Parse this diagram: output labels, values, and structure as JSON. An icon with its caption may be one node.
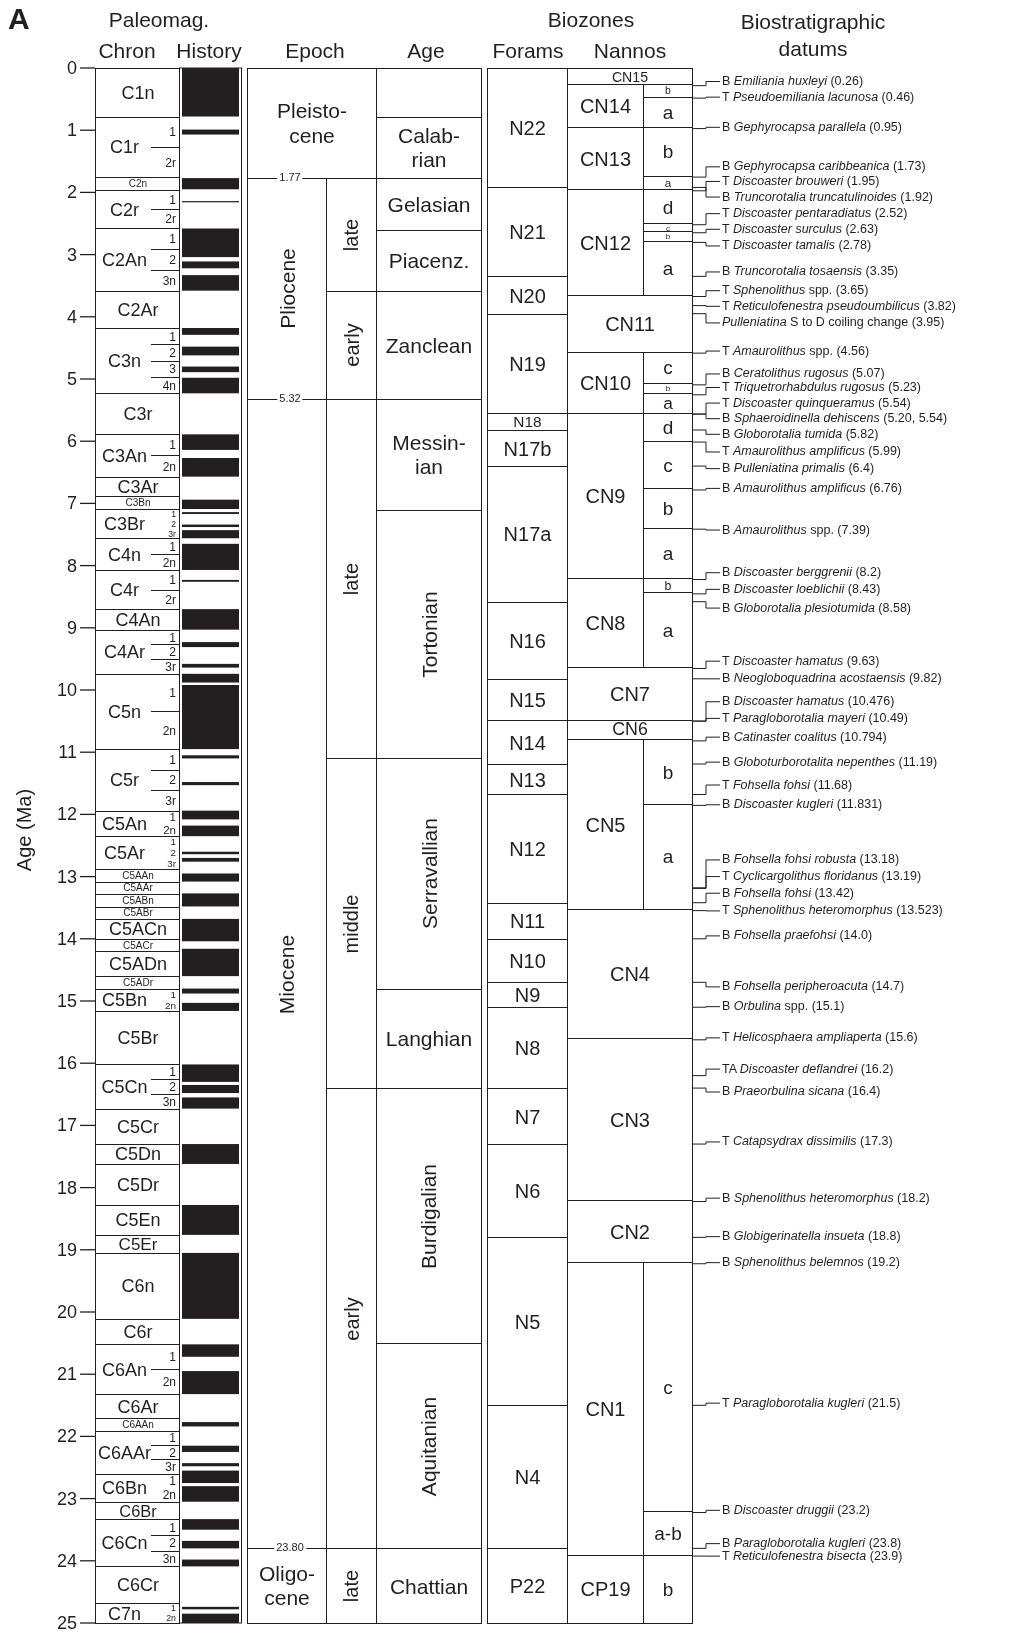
{
  "diagram": {
    "nodes": [
      {
        "text": [
          "C1n"
        ]
      },
      {
        "text": [
          "C1r",
          "1",
          "2r"
        ]
      },
      {
        "text": [
          "C2n"
        ]
      },
      {
        "text": [
          "C2r",
          "1",
          "2r"
        ]
      },
      {
        "text": [
          "C2An",
          "1",
          "2",
          "3n"
        ]
      },
      {
        "text": [
          "C2Ar"
        ]
      },
      {
        "text": [
          "C3n",
          "1",
          "2",
          "3",
          "4n"
        ]
      },
      {
        "text": [
          "C3r"
        ]
      },
      {
        "text": [
          "C3An",
          "1",
          "2n"
        ]
      },
      {
        "text": [
          "C3Ar"
        ]
      },
      {
        "text": [
          "C3Bn"
        ]
      },
      {
        "text": [
          "C3Br",
          "1",
          "2",
          "3r"
        ]
      },
      {
        "text": [
          "C4n",
          "1",
          "2n"
        ]
      },
      {
        "text": [
          "C4r",
          "1",
          "2r"
        ]
      },
      {
        "text": [
          "C4An"
        ]
      },
      {
        "text": [
          "C4Ar",
          "1",
          "2",
          "3r"
        ]
      },
      {
        "text": [
          "C5n",
          "1",
          "2n"
        ]
      },
      {
        "text": [
          "C5r",
          "1",
          "2",
          "3r"
        ]
      },
      {
        "text": [
          "C5An",
          "1",
          "2n"
        ]
      },
      {
        "text": [
          "C5Ar",
          "1",
          "2",
          "3r"
        ]
      },
      {
        "text": [
          "C5AAn"
        ]
      },
      {
        "text": [
          "C5AAr"
        ]
      },
      {
        "text": [
          "C5ABn"
        ]
      },
      {
        "text": [
          "C5ABr"
        ]
      },
      {
        "text": [
          "C5ACn"
        ]
      },
      {
        "text": [
          "C5ACr"
        ]
      },
      {
        "text": [
          "C5ADn"
        ]
      },
      {
        "text": [
          "C5ADr"
        ]
      },
      {
        "text": [
          "C5Bn",
          "1",
          "2n"
        ]
      },
      {
        "text": [
          "C5Br"
        ]
      },
      {
        "text": [
          "C5Cn",
          "1",
          "2",
          "3n"
        ]
      },
      {
        "text": [
          "C5Cr"
        ]
      },
      {
        "text": [
          "C5Dn"
        ]
      },
      {
        "text": [
          "C5Dr"
        ]
      },
      {
        "text": [
          "C5En"
        ]
      },
      {
        "text": [
          "C5Er"
        ]
      },
      {
        "text": [
          "C6n"
        ]
      },
      {
        "text": [
          "C6r"
        ]
      },
      {
        "text": [
          "C6An",
          "1",
          "2n"
        ]
      },
      {
        "text": [
          "C6Ar"
        ]
      },
      {
        "text": [
          "C6AAn"
        ]
      },
      {
        "text": [
          "C6AAr",
          "1",
          "2",
          "3r"
        ]
      },
      {
        "text": [
          "C6Bn",
          "1",
          "2n"
        ]
      },
      {
        "text": [
          "C6Br"
        ]
      },
      {
        "text": [
          "C6Cn",
          "1",
          "2",
          "3n"
        ]
      },
      {
        "text": [
          "C6Cr"
        ]
      },
      {
        "text": [
          "C7n",
          "1",
          "2n"
        ]
      },
      {
        "text": [
          "Pleisto- cene"
        ]
      },
      {
        "text": [
          "Pliocene"
        ]
      },
      {
        "text": [
          "late"
        ]
      },
      {
        "text": [
          "early"
        ]
      },
      {
        "text": [
          "Miocene"
        ]
      },
      {
        "text": [
          "late"
        ]
      },
      {
        "text": [
          "middle"
        ]
      },
      {
        "text": [
          "early"
        ]
      },
      {
        "text": [
          "Oligo- cene"
        ]
      },
      {
        "text": [
          "late"
        ]
      },
      {
        "text": [],
        "shape": "box"
      },
      {
        "text": [
          "Calab- rian"
        ]
      },
      {
        "text": [
          "Gelasian"
        ]
      },
      {
        "text": [
          "Piacenz."
        ]
      },
      {
        "text": [
          "Zanclean"
        ]
      },
      {
        "text": [
          "Messin- ian"
        ]
      },
      {
        "text": [
          "Tortonian"
        ]
      },
      {
        "text": [
          "Serravallian"
        ]
      },
      {
        "text": [
          "Langhian"
        ]
      },
      {
        "text": [
          "Burdigalian"
        ]
      },
      {
        "text": [
          "Aquitanian"
        ]
      },
      {
        "text": [
          "Chattian"
        ]
      },
      {
        "text": [
          "N22"
        ]
      },
      {
        "text": [
          "N21"
        ]
      },
      {
        "text": [
          "N20"
        ]
      },
      {
        "text": [
          "N19"
        ]
      },
      {
        "text": [
          "N18"
        ]
      },
      {
        "text": [
          "N17b"
        ]
      },
      {
        "text": [
          "N17a"
        ]
      },
      {
        "text": [
          "N16"
        ]
      },
      {
        "text": [
          "N15"
        ]
      },
      {
        "text": [
          "N14"
        ]
      },
      {
        "text": [
          "N13"
        ]
      },
      {
        "text": [
          "N12"
        ]
      },
      {
        "text": [
          "N11"
        ]
      },
      {
        "text": [
          "N10"
        ]
      },
      {
        "text": [
          "N9"
        ]
      },
      {
        "text": [
          "N8"
        ]
      },
      {
        "text": [
          "N7"
        ]
      },
      {
        "text": [
          "N6"
        ]
      },
      {
        "text": [
          "N5"
        ]
      },
      {
        "text": [
          "N4"
        ]
      },
      {
        "text": [
          "P22"
        ]
      },
      {
        "text": [
          "CN15"
        ]
      },
      {
        "text": [
          "CN14"
        ]
      },
      {
        "text": [
          "b"
        ]
      },
      {
        "text": [
          "a"
        ]
      },
      {
        "text": [
          "CN13"
        ]
      },
      {
        "text": [
          "b"
        ]
      },
      {
        "text": [
          "a"
        ]
      },
      {
        "text": [
          "CN12"
        ]
      },
      {
        "text": [
          "d"
        ]
      },
      {
        "text": [
          "c"
        ]
      },
      {
        "text": [
          "b"
        ]
      },
      {
        "text": [
          "a"
        ]
      },
      {
        "text": [
          "CN11"
        ]
      },
      {
        "text": [
          "CN10"
        ]
      },
      {
        "text": [
          "c"
        ]
      },
      {
        "text": [
          "b"
        ]
      },
      {
        "text": [
          "a"
        ]
      },
      {
        "text": [
          "CN9"
        ]
      },
      {
        "text": [
          "d"
        ]
      },
      {
        "text": [
          "c"
        ]
      },
      {
        "text": [
          "b"
        ]
      },
      {
        "text": [
          "a"
        ]
      },
      {
        "text": [
          "CN8"
        ]
      },
      {
        "text": [
          "b"
        ]
      },
      {
        "text": [
          "a"
        ]
      },
      {
        "text": [
          "CN7"
        ]
      },
      {
        "text": [
          "CN6"
        ]
      },
      {
        "text": [
          "CN5"
        ]
      },
      {
        "text": [
          "b"
        ]
      },
      {
        "text": [
          "a"
        ]
      },
      {
        "text": [
          "CN4"
        ]
      },
      {
        "text": [
          "CN3"
        ]
      },
      {
        "text": [
          "CN2"
        ]
      },
      {
        "text": [
          "CN1"
        ]
      },
      {
        "text": [
          "c"
        ]
      },
      {
        "text": [
          "a-b"
        ]
      },
      {
        "text": [
          "CP19"
        ]
      },
      {
        "text": [
          "b"
        ]
      },
      {
        "text": [
          "B *Emiliania huxleyi* (0.26)"
        ]
      },
      {
        "text": [
          "T *Pseudoemiliania lacunosa* (0.46)"
        ]
      },
      {
        "text": [
          "B *Gephyrocapsa parallela* (0.95)"
        ]
      },
      {
        "text": [
          "B *Gephyrocapsa caribbeanica* (1.73)"
        ]
      },
      {
        "text": [
          "T *Discoaster brouweri* (1.95)"
        ]
      },
      {
        "text": [
          "B *Truncorotalia truncatulinoides* (1.92)"
        ]
      },
      {
        "text": [
          "T *Discoaster pentaradiatus* (2.52)"
        ]
      },
      {
        "text": [
          "T *Discoaster surculus* (2.63)"
        ]
      },
      {
        "text": [
          "T *Discoaster tamalis* (2.78)"
        ]
      },
      {
        "text": [
          "B *Truncorotalia tosaensis* (3.35)"
        ]
      },
      {
        "text": [
          "T *Sphenolithus* spp. (3.65)"
        ]
      },
      {
        "text": [
          "T *Reticulofenestra pseudoumbilicus* (3.82)"
        ]
      },
      {
        "text": [
          "*Pulleniatina* S to D coiling change (3.95)"
        ]
      },
      {
        "text": [
          "T *Amaurolithus* spp. (4.56)"
        ]
      },
      {
        "text": [
          "B *Ceratolithus rugosus* (5.07)"
        ]
      },
      {
        "text": [
          "T *Triquetrorhabdulus rugosus* (5.23)"
        ]
      },
      {
        "text": [
          "T *Discoaster quinqueramus* (5.54)"
        ]
      },
      {
        "text": [
          "B *Sphaeroidinella dehiscens* (5.20, 5.54)"
        ]
      },
      {
        "text": [
          "B *Globorotalia tumida* (5.82)"
        ]
      },
      {
        "text": [
          "T *Amaurolithus amplificus* (5.99)"
        ]
      },
      {
        "text": [
          "B *Pulleniatina primalis* (6.4)"
        ]
      },
      {
        "text": [
          "B *Amaurolithus amplificus* (6.76)"
        ]
      },
      {
        "text": [
          "B *Amaurolithus* spp. (7.39)"
        ]
      },
      {
        "text": [
          "B *Discoaster berggrenii* (8.2)"
        ]
      },
      {
        "text": [
          "B *Discoaster loeblichii* (8.43)"
        ]
      },
      {
        "text": [
          "B *Globorotalia plesiotumida* (8.58)"
        ]
      },
      {
        "text": [
          "T *Discoaster hamatus* (9.63)"
        ]
      },
      {
        "text": [
          "B *Neogloboquadrina acostaensis* (9.82)"
        ]
      },
      {
        "text": [
          "B *Discoaster hamatus* (10.476)"
        ]
      },
      {
        "text": [
          "T *Paragloborotalia mayeri* (10.49)"
        ]
      },
      {
        "text": [
          "B *Catinaster coalitus* (10.794)"
        ]
      },
      {
        "text": [
          "B *Globoturborotalita nepenthes* (11.19)"
        ]
      },
      {
        "text": [
          "T *Fohsella fohsi* (11.68)"
        ]
      },
      {
        "text": [
          "B *Discoaster kugleri* (11.831)"
        ]
      },
      {
        "text": [
          "B *Fohsella fohsi robusta* (13.18)"
        ]
      },
      {
        "text": [
          "T *Cyclicargolithus floridanus* (13.19)"
        ]
      },
      {
        "text": [
          "B *Fohsella fohsi* (13.42)"
        ]
      },
      {
        "text": [
          "T *Sphenolithus heteromorphus* (13.523)"
        ]
      },
      {
        "text": [
          "B *Fohsella praefohsi* (14.0)"
        ]
      },
      {
        "text": [
          "B *Fohsella peripheroacuta* (14.7)"
        ]
      },
      {
        "text": [
          "B *Orbulina* spp. (15.1)"
        ]
      },
      {
        "text": [
          "T *Helicosphaera ampliaperta* (15.6)"
        ]
      },
      {
        "text": [
          "TA *Discoaster deflandrei* (16.2)"
        ]
      },
      {
        "text": [
          "B *Praeorbulina sicana* (16.4)"
        ]
      },
      {
        "text": [
          "T *Catapsydrax dissimilis* (17.3)"
        ]
      },
      {
        "text": [
          "B *Sphenolithus heteromorphus* (18.2)"
        ]
      },
      {
        "text": [
          "B *Globigerinatella insueta* (18.8)"
        ]
      },
      {
        "text": [
          "B *Sphenolithus belemnos* (19.2)"
        ]
      },
      {
        "text": [
          "T *Paragloborotalia kugleri* (21.5)"
        ]
      },
      {
        "text": [
          "B *Discoaster druggii* (23.2)"
        ]
      },
      {
        "text": [
          "B *Paragloborotalia kugleri* (23.8)"
        ]
      },
      {
        "text": [
          "T *Reticulofenestra bisecta* (23.9)"
        ]
      }
    ],
    "edges": [
      {
        "from": 128,
        "to": 92,
        "arrow": "none"
      },
      {
        "from": 129,
        "to": 93,
        "arrow": "none"
      },
      {
        "from": 130,
        "to": 95,
        "arrow": "none"
      },
      {
        "from": 131,
        "to": 96,
        "arrow": "none"
      },
      {
        "from": 132,
        "to": 98,
        "arrow": "none"
      },
      {
        "from": 133,
        "to": 96,
        "arrow": "none"
      },
      {
        "from": 134,
        "to": 99,
        "arrow": "none"
      },
      {
        "from": 135,
        "to": 100,
        "arrow": "none"
      },
      {
        "from": 136,
        "to": 101,
        "arrow": "none"
      },
      {
        "from": 137,
        "to": 101,
        "arrow": "none"
      },
      {
        "from": 138,
        "to": 102,
        "arrow": "none"
      },
      {
        "from": 139,
        "to": 102,
        "arrow": "none"
      },
      {
        "from": 140,
        "to": 102,
        "arrow": "none"
      },
      {
        "from": 141,
        "to": 104,
        "arrow": "none"
      },
      {
        "from": 142,
        "to": 105,
        "arrow": "none"
      },
      {
        "from": 143,
        "to": 106,
        "arrow": "none"
      },
      {
        "from": 144,
        "to": 108,
        "arrow": "none"
      },
      {
        "from": 145,
        "to": 108,
        "arrow": "none"
      },
      {
        "from": 146,
        "to": 108,
        "arrow": "none"
      },
      {
        "from": 147,
        "to": 109,
        "arrow": "none"
      },
      {
        "from": 148,
        "to": 109,
        "arrow": "none"
      },
      {
        "from": 149,
        "to": 110,
        "arrow": "none"
      },
      {
        "from": 150,
        "to": 111,
        "arrow": "none"
      },
      {
        "from": 151,
        "to": 113,
        "arrow": "none"
      },
      {
        "from": 152,
        "to": 114,
        "arrow": "none"
      },
      {
        "from": 153,
        "to": 114,
        "arrow": "none"
      },
      {
        "from": 154,
        "to": 115,
        "arrow": "none"
      },
      {
        "from": 155,
        "to": 115,
        "arrow": "none"
      },
      {
        "from": 156,
        "to": 116,
        "arrow": "none"
      },
      {
        "from": 157,
        "to": 116,
        "arrow": "none"
      },
      {
        "from": 158,
        "to": 118,
        "arrow": "none"
      },
      {
        "from": 159,
        "to": 118,
        "arrow": "none"
      },
      {
        "from": 160,
        "to": 118,
        "arrow": "none"
      },
      {
        "from": 161,
        "to": 119,
        "arrow": "none"
      },
      {
        "from": 162,
        "to": 119,
        "arrow": "none"
      },
      {
        "from": 163,
        "to": 119,
        "arrow": "none"
      },
      {
        "from": 164,
        "to": 119,
        "arrow": "none"
      },
      {
        "from": 165,
        "to": 120,
        "arrow": "none"
      },
      {
        "from": 166,
        "to": 120,
        "arrow": "none"
      },
      {
        "from": 167,
        "to": 120,
        "arrow": "none"
      },
      {
        "from": 168,
        "to": 120,
        "arrow": "none"
      },
      {
        "from": 169,
        "to": 121,
        "arrow": "none"
      },
      {
        "from": 170,
        "to": 121,
        "arrow": "none"
      },
      {
        "from": 171,
        "to": 121,
        "arrow": "none"
      },
      {
        "from": 172,
        "to": 121,
        "arrow": "none"
      },
      {
        "from": 173,
        "to": 122,
        "arrow": "none"
      },
      {
        "from": 174,
        "to": 122,
        "arrow": "none"
      },
      {
        "from": 175,
        "to": 124,
        "arrow": "none"
      },
      {
        "from": 176,
        "to": 124,
        "arrow": "none"
      },
      {
        "from": 177,
        "to": 125,
        "arrow": "none"
      },
      {
        "from": 178,
        "to": 125,
        "arrow": "none"
      },
      {
        "from": 179,
        "to": 127,
        "arrow": "none"
      }
    ],
    "labels": [
      "A",
      "Paleomag.",
      "Biozones",
      "Biostratigraphic datums",
      "Chron",
      "History",
      "Epoch",
      "Age",
      "Forams",
      "Nannos",
      "0",
      "1",
      "2",
      "3",
      "4",
      "5",
      "6",
      "7",
      "8",
      "9",
      "10",
      "11",
      "12",
      "13",
      "14",
      "15",
      "16",
      "17",
      "18",
      "19",
      "20",
      "21",
      "22",
      "23",
      "24",
      "25",
      "Age (Ma)",
      "1.77",
      "5.32",
      "23.80"
    ]
  }
}
